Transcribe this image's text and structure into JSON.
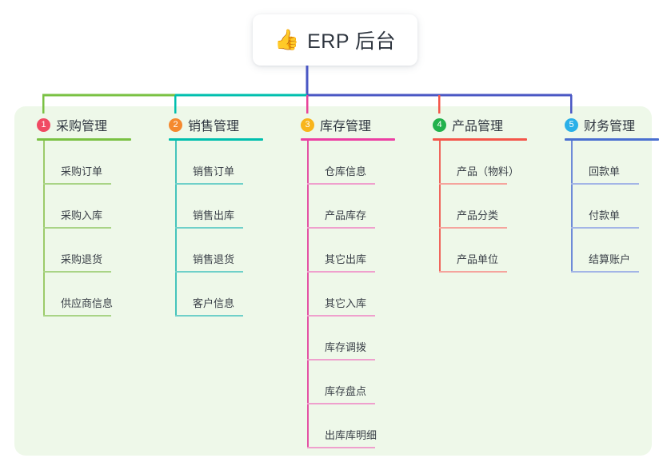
{
  "root": {
    "emoji": "👍",
    "emoji_name": "thumbs-up-icon",
    "title": "ERP 后台"
  },
  "canvas": {
    "background": "#ffffff",
    "panel_background": "#eef8e9"
  },
  "connector_colors": {
    "segment_green": "#7ac143",
    "segment_teal": "#00bfae",
    "segment_blue": "#4a57c4",
    "drop_1": "#7ac143",
    "drop_2": "#00bfae",
    "drop_3": "#e8449a",
    "drop_4": "#f4564a",
    "drop_5": "#4a57c4",
    "trunk": "#4a57c4"
  },
  "columns": [
    {
      "number": "1",
      "title": "采购管理",
      "badge_color": "#f04a63",
      "rule_color": "#7ac143",
      "stem_color": "#9ccb6a",
      "item_rule_color": "#a9d486",
      "items": [
        "采购订单",
        "采购入库",
        "采购退货",
        "供应商信息"
      ]
    },
    {
      "number": "2",
      "title": "销售管理",
      "badge_color": "#f5892f",
      "rule_color": "#00bfae",
      "stem_color": "#45c4bb",
      "item_rule_color": "#6fd0c9",
      "items": [
        "销售订单",
        "销售出库",
        "销售退货",
        "客户信息"
      ]
    },
    {
      "number": "3",
      "title": "库存管理",
      "badge_color": "#f8b51c",
      "rule_color": "#ec3fa3",
      "stem_color": "#e452a4",
      "item_rule_color": "#efa0cd",
      "items": [
        "仓库信息",
        "产品库存",
        "其它出库",
        "其它入库",
        "库存调拨",
        "库存盘点",
        "出库库明细"
      ]
    },
    {
      "number": "4",
      "title": "产品管理",
      "badge_color": "#22b14c",
      "rule_color": "#f4564a",
      "stem_color": "#f0655c",
      "item_rule_color": "#f5a49d",
      "items": [
        "产品（物料）",
        "产品分类",
        "产品单位"
      ]
    },
    {
      "number": "5",
      "title": "财务管理",
      "badge_color": "#2ab0e8",
      "rule_color": "#4a6fd0",
      "stem_color": "#6f8bd8",
      "item_rule_color": "#a3b5e6",
      "items": [
        "回款单",
        "付款单",
        "结算账户"
      ]
    }
  ]
}
